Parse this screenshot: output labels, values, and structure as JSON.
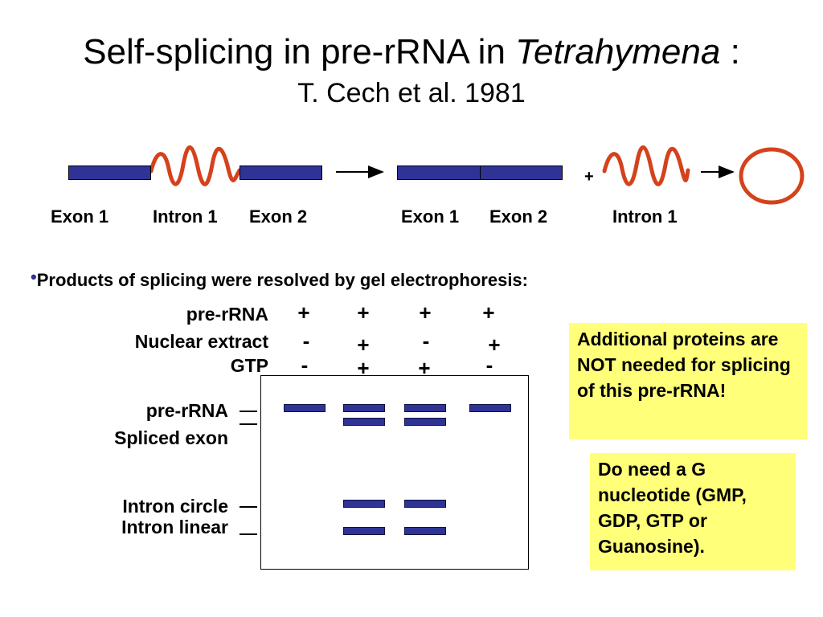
{
  "title": {
    "main": "Self-splicing in pre-rRNA in ",
    "italic": "Tetrahymena",
    "colon": " :",
    "subtitle": "T. Cech et al. 1981"
  },
  "scheme": {
    "labels": {
      "exon1_left": "Exon 1",
      "intron1_left": "Intron 1",
      "exon2_left": "Exon 2",
      "exon1_right": "Exon 1",
      "exon2_right": "Exon 2",
      "intron1_right": "Intron 1"
    },
    "plus": "+",
    "colors": {
      "exon": "#2f3396",
      "intron": "#d4421c"
    }
  },
  "bullet": {
    "symbol": "•",
    "text": "Products of splicing were resolved by gel electrophoresis:"
  },
  "conditions": {
    "rows": [
      {
        "label": "pre-rRNA",
        "values": [
          "+",
          "+",
          "+",
          "+"
        ]
      },
      {
        "label": "Nuclear extract",
        "values": [
          "-",
          "+",
          "-",
          "+"
        ]
      },
      {
        "label": "GTP",
        "values": [
          "-",
          "+",
          "+",
          "-"
        ]
      }
    ]
  },
  "gel": {
    "band_labels": {
      "pre_rrna": "pre-rRNA",
      "spliced_exon": "Spliced exon",
      "intron_circle": "Intron circle",
      "intron_linear": "Intron linear"
    },
    "lanes": [
      {
        "pre_rrna": true,
        "spliced_exon": false,
        "intron_circle": false,
        "intron_linear": false
      },
      {
        "pre_rrna": true,
        "spliced_exon": true,
        "intron_circle": true,
        "intron_linear": true
      },
      {
        "pre_rrna": true,
        "spliced_exon": true,
        "intron_circle": true,
        "intron_linear": true
      },
      {
        "pre_rrna": true,
        "spliced_exon": false,
        "intron_circle": false,
        "intron_linear": false
      }
    ]
  },
  "notes": {
    "proteins": "Additional proteins are NOT needed for splicing of this pre-rRNA!",
    "nucleotide": "Do need a G nucleotide (GMP, GDP, GTP or Guanosine)."
  }
}
